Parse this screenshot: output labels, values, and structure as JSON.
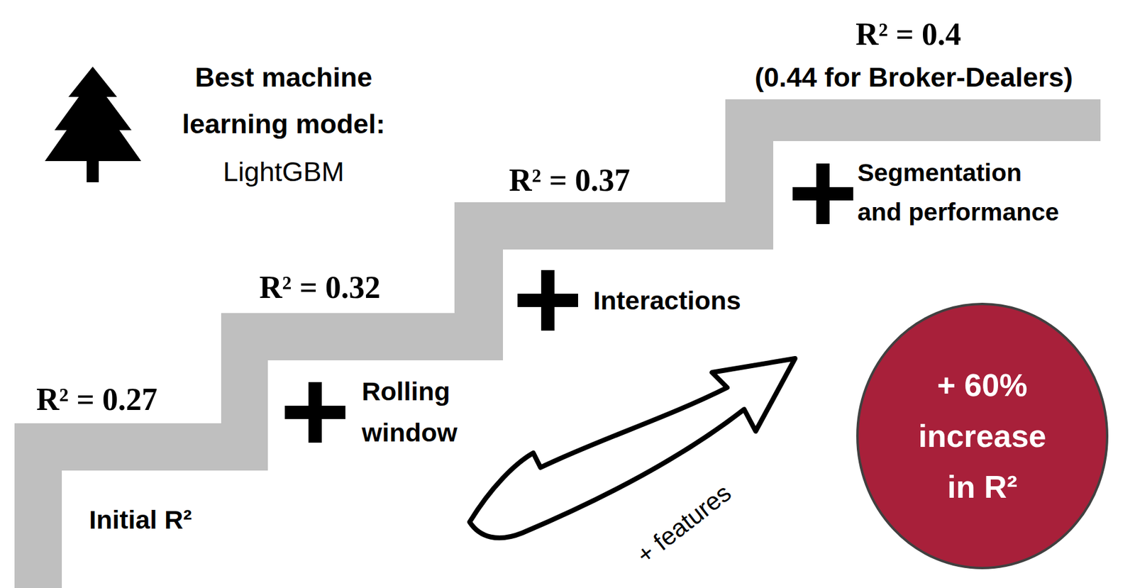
{
  "diagram": {
    "nodes": [
      {
        "text": [
          "+ 60% increase in R²"
        ]
      }
    ],
    "labels": [
      "Best machine learning model:",
      "LightGBM",
      "R² = 0.4",
      "(0.44 for Broker-Dealers)",
      "R² = 0.37",
      "Segmentation and performance",
      "R² = 0.32",
      "Interactions",
      "R² = 0.27",
      "Rolling window",
      "Initial R²",
      "+ features"
    ]
  }
}
